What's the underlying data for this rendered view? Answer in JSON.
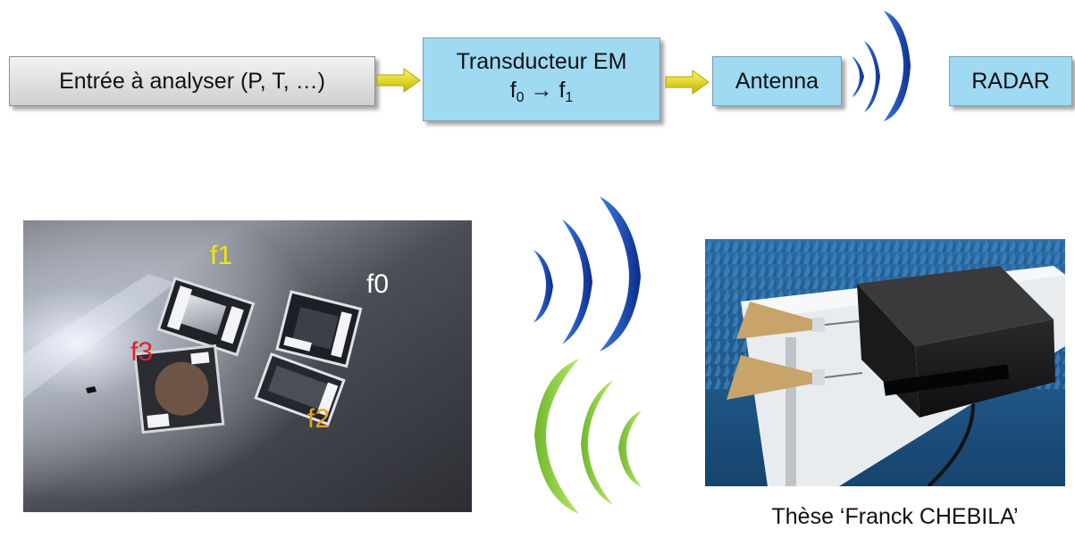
{
  "flow": {
    "input_label": "Entrée à analyser (P, T, …)",
    "transducer_title": "Transducteur EM",
    "transducer_formula": {
      "from": "f",
      "from_sub": "0",
      "arrow": "→",
      "to": "f",
      "to_sub": "1"
    },
    "antenna_label": "Antenna",
    "radar_label": "RADAR"
  },
  "sensors_photo": {
    "tags": {
      "f1": "f1",
      "f0": "f0",
      "f3": "f3",
      "f2": "f2"
    }
  },
  "caption": "Thèse ‘Franck CHEBILA’",
  "colors": {
    "box_blue": "#9fd9f2",
    "box_gray": "#d9d9d9",
    "arrow_yellow": "#e8e31c",
    "wave_blue": "#1f4fb3",
    "wave_green": "#8ccc3f",
    "tag_f1": "#f2e600",
    "tag_f0": "#ffffff",
    "tag_f3": "#e32222",
    "tag_f2": "#f0a020"
  }
}
